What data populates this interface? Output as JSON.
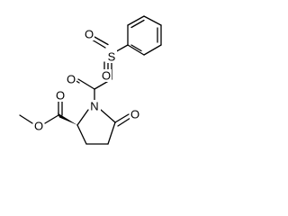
{
  "structure": {
    "atoms": {
      "sulfur": "S",
      "sulfonyl_oxygen_left": "O",
      "sulfonyl_oxygen_bottom": "O",
      "amide_oxygen": "O",
      "ring_nitrogen": "N",
      "lactam_oxygen": "O",
      "ester_carbonyl_oxygen": "O",
      "ester_oxygen": "O"
    }
  }
}
